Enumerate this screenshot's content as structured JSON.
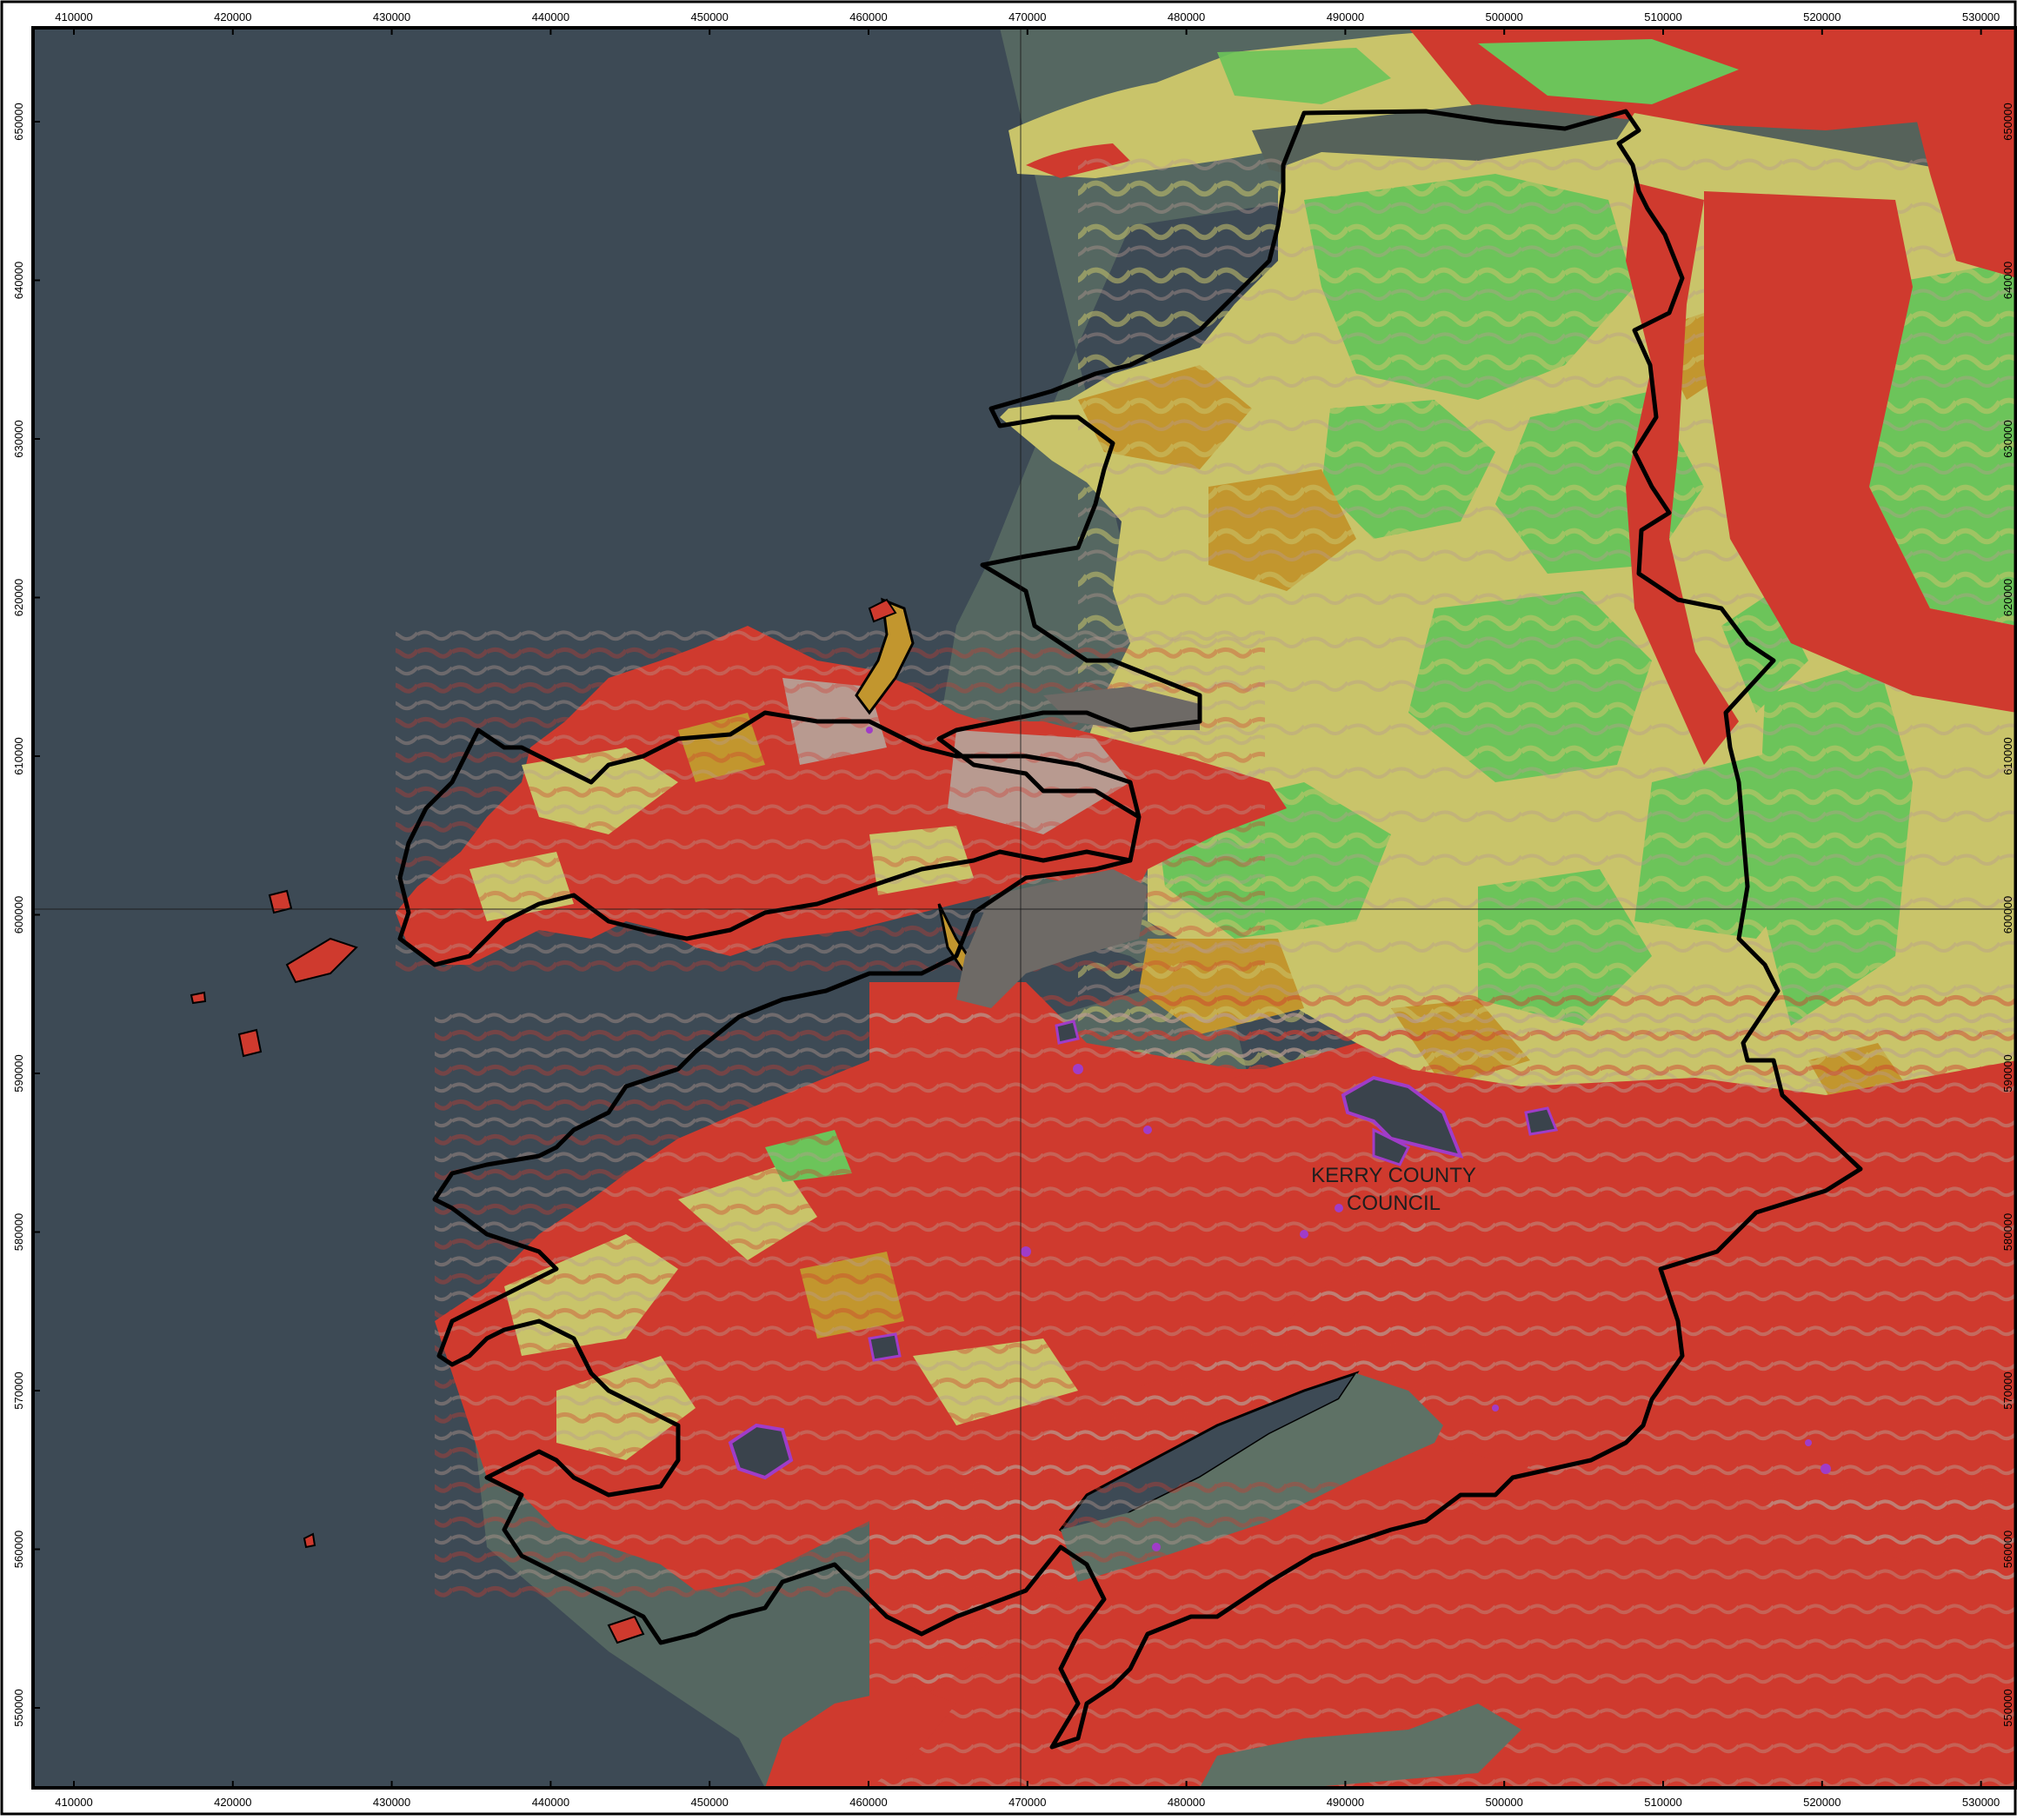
{
  "map": {
    "label_line1": "KERRY COUNTY",
    "label_line2": "COUNCIL",
    "x_ticks": [
      "410000",
      "420000",
      "430000",
      "440000",
      "450000",
      "460000",
      "470000",
      "480000",
      "490000",
      "500000",
      "510000",
      "520000",
      "530000"
    ],
    "y_ticks": [
      "650000",
      "640000",
      "630000",
      "620000",
      "610000",
      "600000",
      "590000",
      "580000",
      "570000",
      "560000",
      "550000"
    ],
    "colors": {
      "sea": "#3d4a55",
      "sea_shallow": "#5e7165",
      "frame": "#000000",
      "grid": "#1a1a1a",
      "class_red": "#cf3a2e",
      "class_pink": "#b89a90",
      "class_yellow": "#c9c46a",
      "class_orange": "#c2962e",
      "class_green": "#6cc45a",
      "class_purple": "#a03cc8",
      "lake": "#3a434c",
      "boundary": "#000000"
    }
  }
}
